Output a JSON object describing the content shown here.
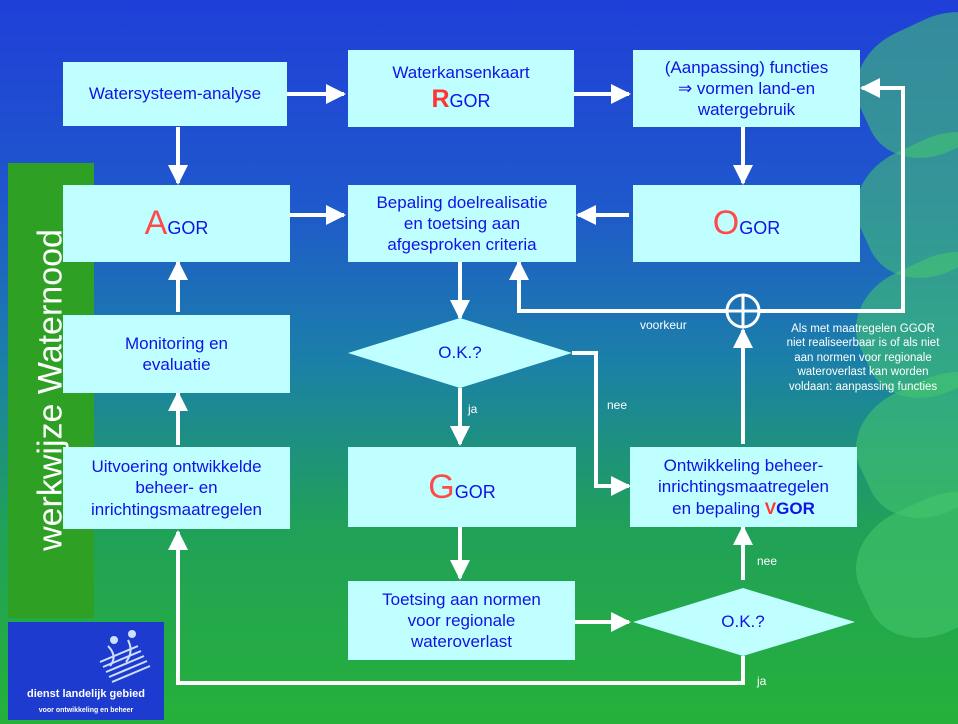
{
  "sidebar": {
    "title": "werkwijze Waternood"
  },
  "logo": {
    "name": "dienst landelijk gebied",
    "tagline": "voor ontwikkeling en beheer"
  },
  "nodes": {
    "watersysteem": "Watersysteem-analyse",
    "waterkansen": {
      "line1": "Waterkansenkaart",
      "letter": "R",
      "suffix": "GOR"
    },
    "aanpassing": {
      "line1": "(Aanpassing) functies",
      "line2": "⇒ vormen land-en",
      "line3": "watergebruik"
    },
    "agor": {
      "letter": "A",
      "suffix": "GOR"
    },
    "bepaling": {
      "line1": "Bepaling doelrealisatie",
      "line2": "en toetsing aan",
      "line3": "afgesproken criteria"
    },
    "ogor": {
      "letter": "O",
      "suffix": "GOR"
    },
    "monitoring": {
      "line1": "Monitoring en",
      "line2": "evaluatie"
    },
    "ok1": "O.K.?",
    "uitvoering": {
      "line1": "Uitvoering ontwikkelde",
      "line2": "beheer- en",
      "line3": "inrichtingsmaatregelen"
    },
    "ggor": {
      "letter": "G",
      "suffix": "GOR"
    },
    "ontwikkeling": {
      "line1": "Ontwikkeling beheer-",
      "line2": "inrichtingsmaatregelen",
      "line3_prefix": "en bepaling ",
      "letter": "V",
      "suffix": "GOR"
    },
    "toetsing": {
      "line1": "Toetsing aan normen",
      "line2": "voor regionale",
      "line3": "wateroverlast"
    },
    "ok2": "O.K.?"
  },
  "labels": {
    "ja1": "ja",
    "nee1": "nee",
    "nee2": "nee",
    "ja2": "ja",
    "voorkeur": "voorkeur"
  },
  "note": {
    "line1": "Als met maatregelen GGOR",
    "line2": "niet realiseerbaar is of als niet",
    "line3": "aan normen voor regionale",
    "line4": "wateroverlast kan worden",
    "line5": "voldaan: aanpassing functies"
  },
  "colors": {
    "box": "#bfffff",
    "text": "#1212e6",
    "accent": "#ff4a4a",
    "line": "#ffffff"
  }
}
